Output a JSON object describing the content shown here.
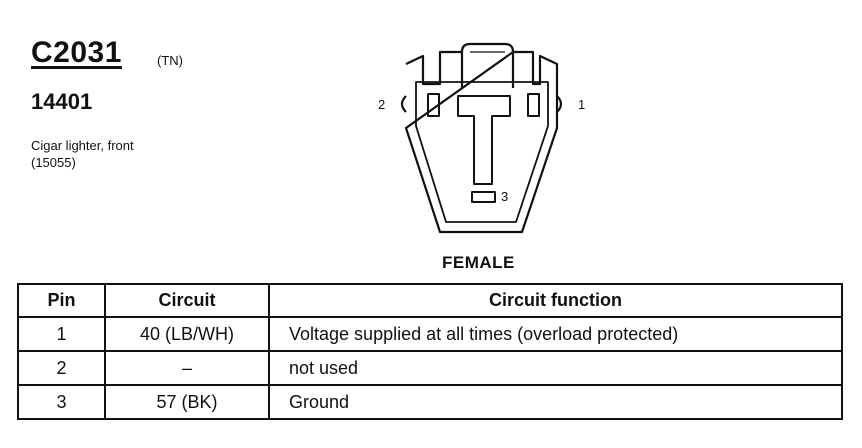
{
  "connector": {
    "id": "C2031",
    "color_code": "(TN)",
    "part_number": "14401",
    "description_lines": [
      "Cigar lighter, front",
      "(15055)"
    ],
    "gender": "FEMALE",
    "pin_labels": {
      "pin2": "2",
      "pin1": "1",
      "pin3": "3"
    }
  },
  "table": {
    "headers": {
      "pin": "Pin",
      "circuit": "Circuit",
      "function": "Circuit function"
    },
    "rows": [
      {
        "pin": "1",
        "circuit": "40 (LB/WH)",
        "function": "Voltage supplied at all times (overload protected)"
      },
      {
        "pin": "2",
        "circuit": "–",
        "function": "not used"
      },
      {
        "pin": "3",
        "circuit": "57 (BK)",
        "function": "Ground"
      }
    ]
  }
}
